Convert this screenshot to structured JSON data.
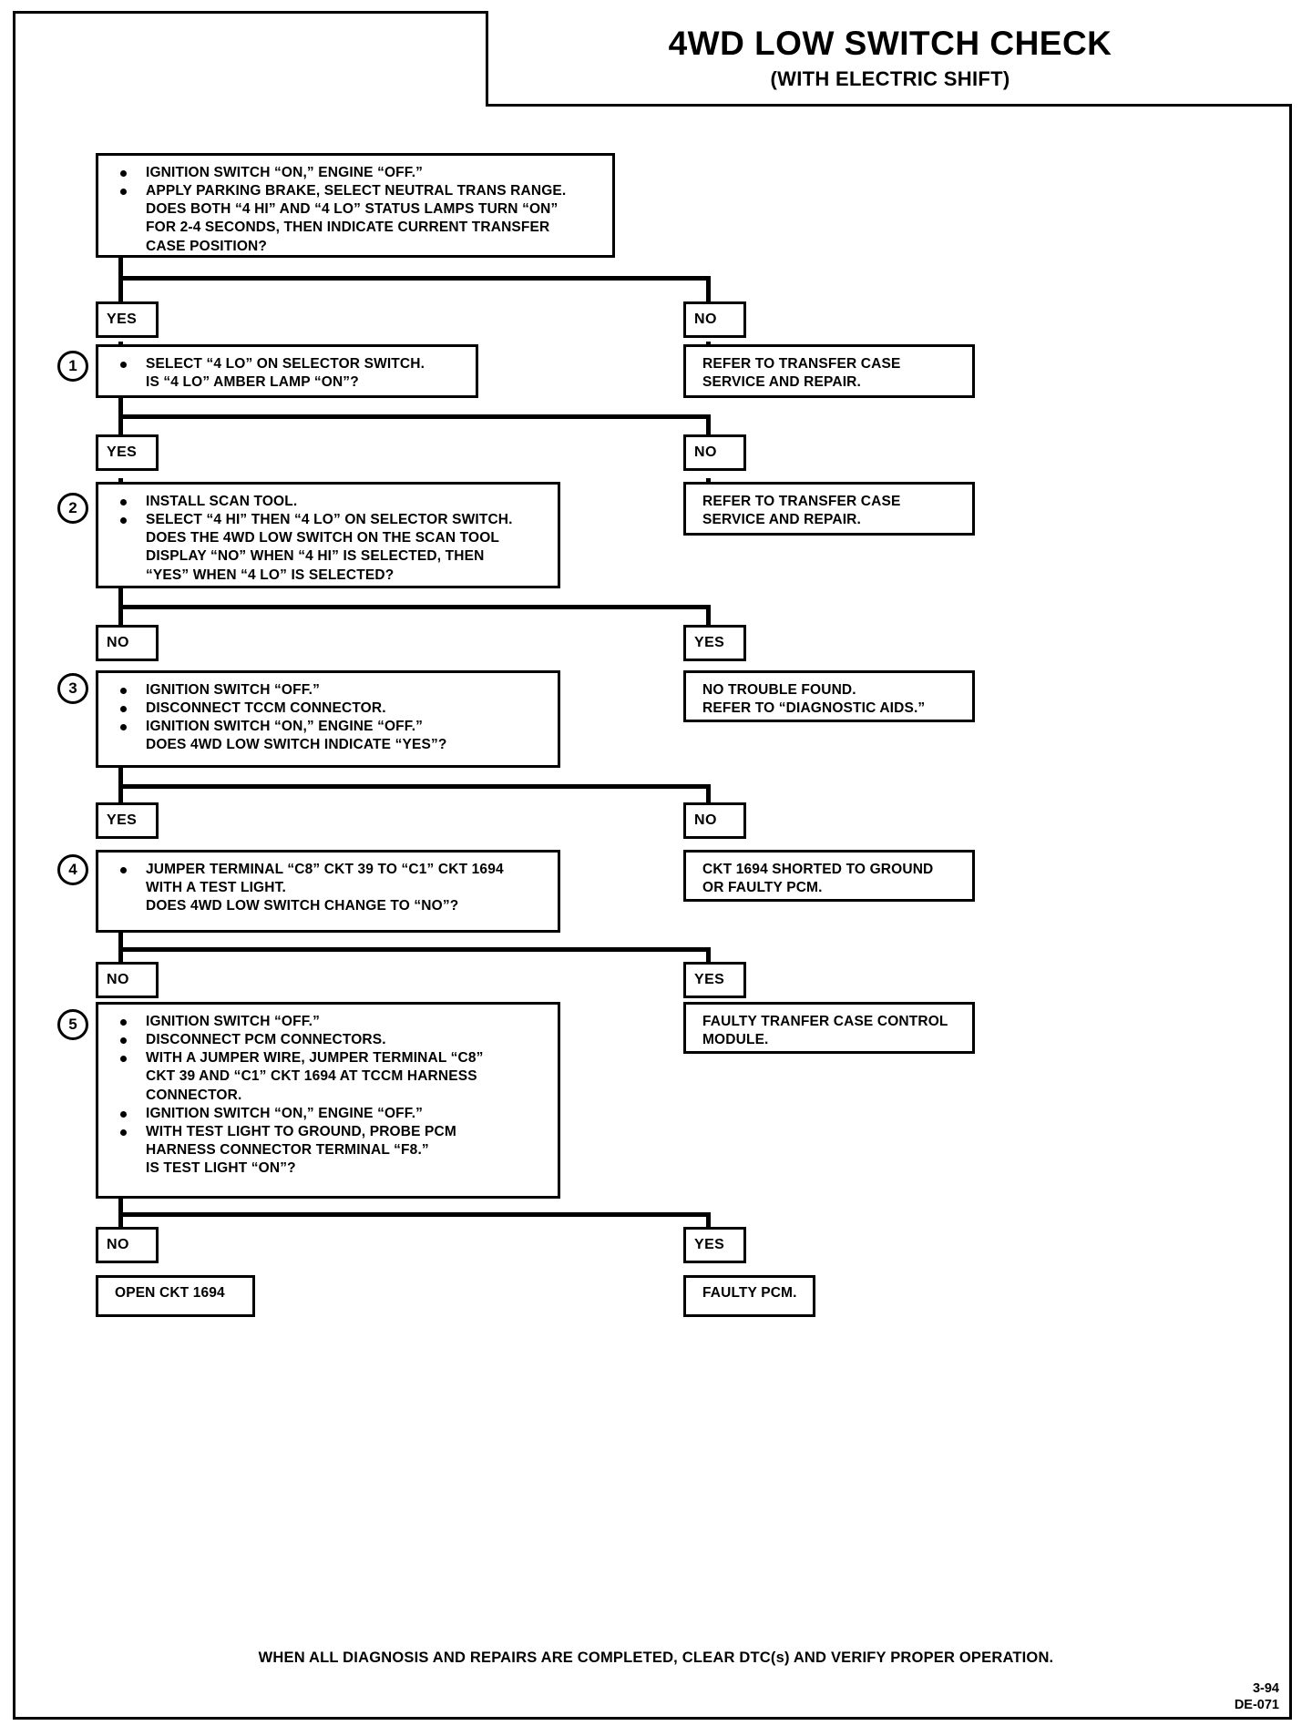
{
  "document": {
    "title_main": "4WD LOW SWITCH CHECK",
    "title_sub": "(WITH ELECTRIC SHIFT)",
    "footnote": "WHEN ALL DIAGNOSIS AND REPAIRS ARE COMPLETED, CLEAR DTC(s) AND VERIFY PROPER OPERATION.",
    "page_number": "3-94",
    "doc_code": "DE-071"
  },
  "steps": {
    "step0": {
      "lines": [
        {
          "bullet": true,
          "text": "IGNITION SWITCH “ON,” ENGINE “OFF.”"
        },
        {
          "bullet": true,
          "text": "APPLY PARKING BRAKE, SELECT NEUTRAL TRANS RANGE."
        },
        {
          "bullet": false,
          "text": "DOES BOTH “4 HI” AND “4 LO” STATUS LAMPS TURN “ON”"
        },
        {
          "bullet": false,
          "text": "FOR 2-4 SECONDS, THEN INDICATE CURRENT TRANSFER"
        },
        {
          "bullet": false,
          "text": "CASE POSITION?"
        }
      ]
    },
    "step1": {
      "number": "1",
      "lines": [
        {
          "bullet": true,
          "text": "SELECT “4 LO” ON SELECTOR SWITCH."
        },
        {
          "bullet": false,
          "text": "IS “4 LO” AMBER LAMP “ON”?"
        }
      ]
    },
    "step2": {
      "number": "2",
      "lines": [
        {
          "bullet": true,
          "text": "INSTALL SCAN TOOL."
        },
        {
          "bullet": true,
          "text": "SELECT “4 HI” THEN “4 LO” ON SELECTOR SWITCH."
        },
        {
          "bullet": false,
          "text": "DOES THE 4WD LOW SWITCH ON THE SCAN TOOL"
        },
        {
          "bullet": false,
          "text": "DISPLAY “NO” WHEN “4 HI” IS SELECTED, THEN"
        },
        {
          "bullet": false,
          "text": "“YES” WHEN “4 LO” IS SELECTED?"
        }
      ]
    },
    "step3": {
      "number": "3",
      "lines": [
        {
          "bullet": true,
          "text": "IGNITION SWITCH “OFF.”"
        },
        {
          "bullet": true,
          "text": "DISCONNECT TCCM CONNECTOR."
        },
        {
          "bullet": true,
          "text": "IGNITION SWITCH “ON,” ENGINE “OFF.”"
        },
        {
          "bullet": false,
          "text": "DOES 4WD LOW SWITCH INDICATE “YES”?"
        }
      ]
    },
    "step4": {
      "number": "4",
      "lines": [
        {
          "bullet": true,
          "text": "JUMPER TERMINAL “C8” CKT 39 TO “C1” CKT 1694"
        },
        {
          "bullet": false,
          "text": "WITH A TEST LIGHT."
        },
        {
          "bullet": false,
          "text": "DOES 4WD LOW SWITCH CHANGE TO “NO”?"
        }
      ]
    },
    "step5": {
      "number": "5",
      "lines": [
        {
          "bullet": true,
          "text": "IGNITION SWITCH “OFF.”"
        },
        {
          "bullet": true,
          "text": "DISCONNECT PCM CONNECTORS."
        },
        {
          "bullet": true,
          "text": "WITH A JUMPER WIRE, JUMPER TERMINAL “C8”"
        },
        {
          "bullet": false,
          "text": "CKT 39 AND “C1” CKT 1694 AT TCCM HARNESS"
        },
        {
          "bullet": false,
          "text": "CONNECTOR."
        },
        {
          "bullet": true,
          "text": "IGNITION SWITCH “ON,” ENGINE “OFF.”"
        },
        {
          "bullet": true,
          "text": "WITH TEST LIGHT TO GROUND, PROBE PCM"
        },
        {
          "bullet": false,
          "text": "HARNESS CONNECTOR TERMINAL “F8.”"
        },
        {
          "bullet": false,
          "text": "IS TEST LIGHT “ON”?"
        }
      ]
    }
  },
  "results": {
    "r1": {
      "lines": [
        {
          "bullet": false,
          "text": "REFER TO TRANSFER CASE"
        },
        {
          "bullet": false,
          "text": "SERVICE AND REPAIR."
        }
      ]
    },
    "r2": {
      "lines": [
        {
          "bullet": false,
          "text": "REFER TO TRANSFER CASE"
        },
        {
          "bullet": false,
          "text": "SERVICE AND REPAIR."
        }
      ]
    },
    "r3": {
      "lines": [
        {
          "bullet": false,
          "text": "NO TROUBLE FOUND."
        },
        {
          "bullet": false,
          "text": "REFER TO “DIAGNOSTIC AIDS.”"
        }
      ]
    },
    "r4": {
      "lines": [
        {
          "bullet": false,
          "text": "CKT 1694 SHORTED TO GROUND"
        },
        {
          "bullet": false,
          "text": "OR FAULTY PCM."
        }
      ]
    },
    "r5": {
      "lines": [
        {
          "bullet": false,
          "text": "FAULTY TRANFER CASE CONTROL"
        },
        {
          "bullet": false,
          "text": "MODULE."
        }
      ]
    },
    "r6": {
      "lines": [
        {
          "bullet": false,
          "text": "OPEN CKT 1694"
        }
      ]
    },
    "r7": {
      "lines": [
        {
          "bullet": false,
          "text": "FAULTY PCM."
        }
      ]
    }
  },
  "tags": {
    "t1_yes": "YES",
    "t1_no": "NO",
    "t2_yes": "YES",
    "t2_no": "NO",
    "t3_no": "NO",
    "t3_yes": "YES",
    "t4_yes": "YES",
    "t4_no": "NO",
    "t5_no": "NO",
    "t5_yes": "YES",
    "t6_no": "NO",
    "t6_yes": "YES"
  }
}
